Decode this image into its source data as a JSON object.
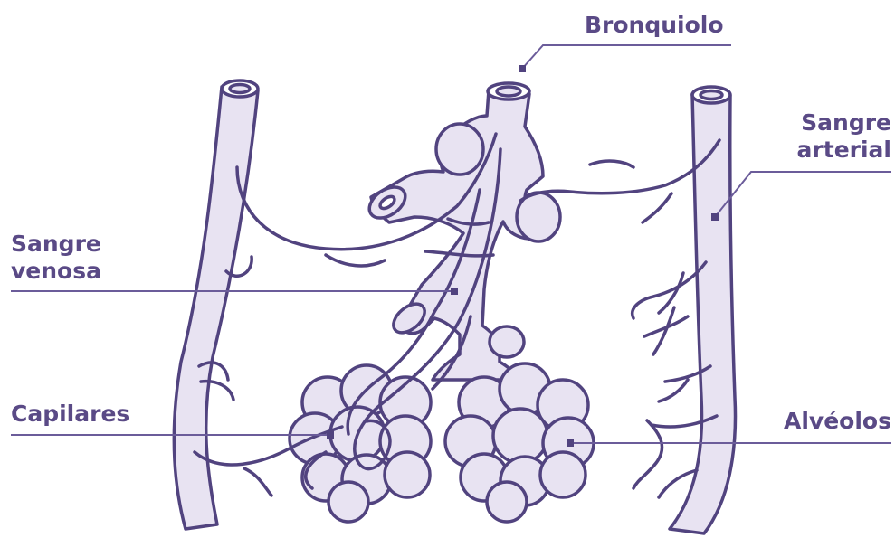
{
  "labels": {
    "bronquiolo": "Bronquiolo",
    "sangre_arterial_line1": "Sangre",
    "sangre_arterial_line2": "arterial",
    "sangre_venosa_line1": "Sangre",
    "sangre_venosa_line2": "venosa",
    "capilares": "Capilares",
    "alveolos": "Alvéolos"
  },
  "colors": {
    "outline": "#51437f",
    "fill": "#e8e3f2",
    "leader": "#6b5c9a",
    "label_text": "#5a4a86"
  }
}
